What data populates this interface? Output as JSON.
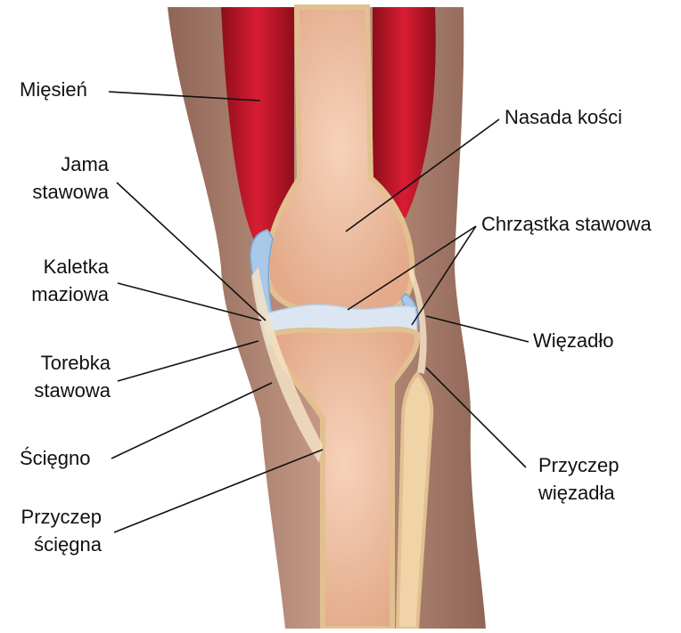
{
  "labels": {
    "miesien": "Mięsień",
    "jama": "Jama\nstawowa",
    "kaletka": "Kaletka\nmaziowa",
    "torebka": "Torebka\nstawowa",
    "sciegno": "Ścięgno",
    "przyczep_sciegna": "Przyczep\nścięgna",
    "nasada": "Nasada kości",
    "chrzastka": "Chrząstka stawowa",
    "wiezadlo": "Więzadło",
    "przyczep_wiezadla": "Przyczep\nwięzadła"
  },
  "colors": {
    "skin": "#b88a78",
    "muscle": "#c4172a",
    "bone": "#e8b593",
    "cartilage": "#dbe6f2",
    "synovial": "#a9c8e8",
    "tendon": "#f3e2c4",
    "line": "#111111"
  }
}
